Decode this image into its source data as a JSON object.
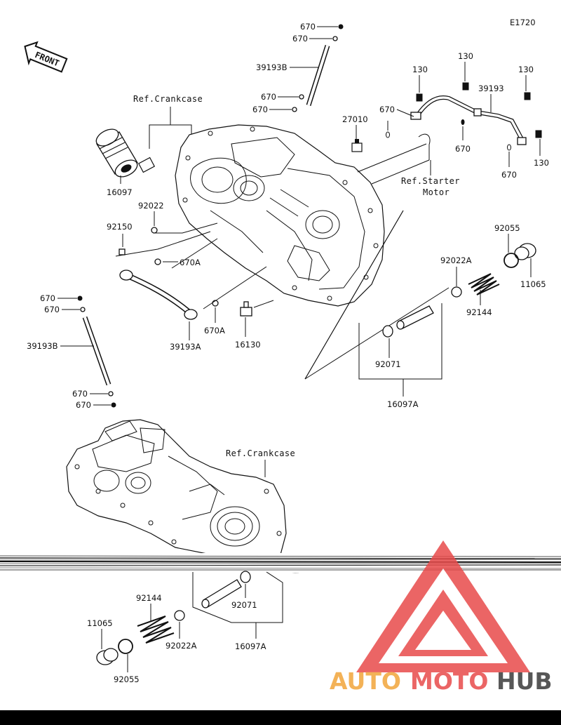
{
  "diagram": {
    "code": "E1720",
    "front_label": "FRONT",
    "ref_crankcase_top": "Ref.Crankcase",
    "ref_crankcase_bottom": "Ref.Crankcase",
    "ref_starter_line1": "Ref.Starter",
    "ref_starter_line2": "Motor"
  },
  "labels": {
    "p670_a": "670",
    "p670_b": "670",
    "p39193b_top": "39193B",
    "p670_c": "670",
    "p670_d": "670",
    "p130_a": "130",
    "p130_b": "130",
    "p130_c": "130",
    "p130_d": "130",
    "p39193": "39193",
    "p670_e": "670",
    "p670_f": "670",
    "p670_g": "670",
    "p27010": "27010",
    "p16097": "16097",
    "p92022": "92022",
    "p92150": "92150",
    "p670a_a": "670A",
    "p670a_b": "670A",
    "p39193a": "39193A",
    "p16130": "16130",
    "p92055_top": "92055",
    "p11065_top": "11065",
    "p92022a_top": "92022A",
    "p92144_top": "92144",
    "p92071_top": "92071",
    "p16097a_top": "16097A",
    "p670_h": "670",
    "p670_i": "670",
    "p39193b_left": "39193B",
    "p670_j": "670",
    "p670_k": "670",
    "p92144_bot": "92144",
    "p11065_bot": "11065",
    "p92022a_bot": "92022A",
    "p92071_bot": "92071",
    "p16097a_bot": "16097A",
    "p92055_bot": "92055"
  },
  "watermark": {
    "part1": "AUTO",
    "part2": "MOTO",
    "part3": "HUB",
    "color_red": "#e84b4b",
    "color_orange": "#f2a53a",
    "color_dark": "#3a3a3a"
  }
}
